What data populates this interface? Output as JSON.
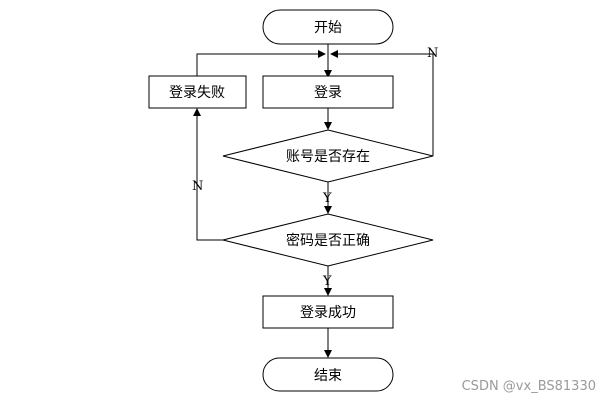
{
  "nodes": {
    "start": "开始",
    "login": "登录",
    "login_fail": "登录失败",
    "account_exists": "账号是否存在",
    "password_correct": "密码是否正确",
    "login_success": "登录成功",
    "end": "结束"
  },
  "edges": {
    "account_no": "N",
    "account_yes": "Y",
    "password_no": "N",
    "password_yes": "Y"
  },
  "watermark": "CSDN @vx_BS81330"
}
